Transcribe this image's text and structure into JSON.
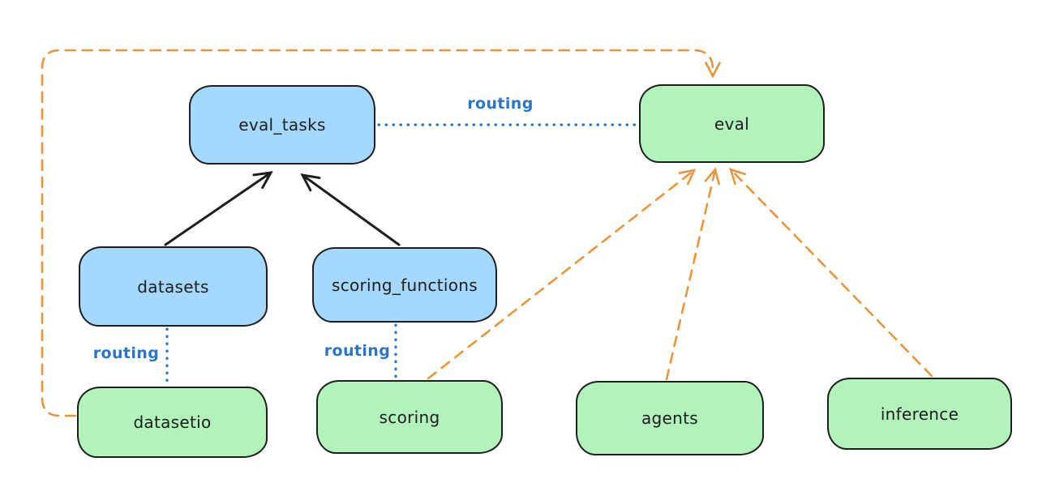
{
  "diagram": {
    "background_color": "#ffffff",
    "colors": {
      "box_stroke": "#1e1e1e",
      "registry_box_fill": "#a5d8ff",
      "provider_box_fill": "#b2f2bb",
      "routing_line_blue": "#2b74c8",
      "dependency_arrow_orange": "#e8953c",
      "arrow_black": "#1e1e1e"
    },
    "nodes": [
      {
        "id": "eval_tasks",
        "label": "eval_tasks",
        "kind": "blue"
      },
      {
        "id": "eval",
        "label": "eval",
        "kind": "green"
      },
      {
        "id": "datasets",
        "label": "datasets",
        "kind": "blue"
      },
      {
        "id": "scoring_functions",
        "label": "scoring_functions",
        "kind": "blue"
      },
      {
        "id": "datasetio",
        "label": "datasetio",
        "kind": "green"
      },
      {
        "id": "scoring",
        "label": "scoring",
        "kind": "green"
      },
      {
        "id": "agents",
        "label": "agents",
        "kind": "green"
      },
      {
        "id": "inference",
        "label": "inference",
        "kind": "green"
      }
    ],
    "edge_labels": [
      {
        "id": "routing-eval-tasks-to-eval",
        "text": "routing"
      },
      {
        "id": "routing-datasets-to-datasetio",
        "text": "routing"
      },
      {
        "id": "routing-scoring-fns-to-scoring",
        "text": "routing"
      }
    ],
    "edges": [
      {
        "from": "datasets",
        "to": "eval_tasks",
        "style": "solid-black-arrow"
      },
      {
        "from": "scoring_functions",
        "to": "eval_tasks",
        "style": "solid-black-arrow"
      },
      {
        "from": "eval_tasks",
        "to": "eval",
        "style": "dotted-blue",
        "label": "routing"
      },
      {
        "from": "datasets",
        "to": "datasetio",
        "style": "dotted-blue",
        "label": "routing"
      },
      {
        "from": "scoring_functions",
        "to": "scoring",
        "style": "dotted-blue",
        "label": "routing"
      },
      {
        "from": "datasetio",
        "to": "eval",
        "style": "dashed-orange-arrow"
      },
      {
        "from": "scoring",
        "to": "eval",
        "style": "dashed-orange-arrow"
      },
      {
        "from": "agents",
        "to": "eval",
        "style": "dashed-orange-arrow"
      },
      {
        "from": "inference",
        "to": "eval",
        "style": "dashed-orange-arrow"
      }
    ]
  }
}
